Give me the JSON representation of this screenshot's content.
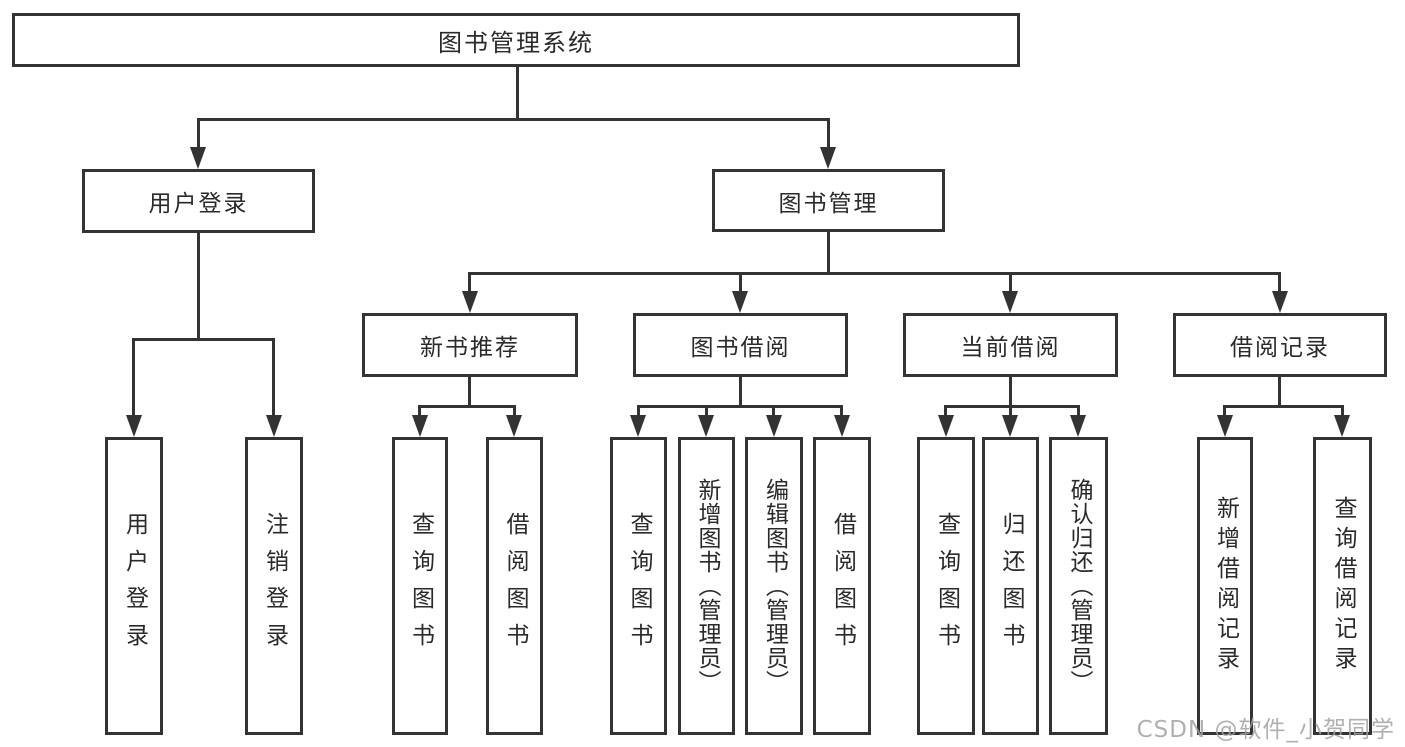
{
  "diagram": {
    "root": "图书管理系统",
    "level2": [
      "用户登录",
      "图书管理"
    ],
    "level3": [
      "新书推荐",
      "图书借阅",
      "当前借阅",
      "借阅记录"
    ],
    "leaves": {
      "user_login": [
        "用户登录",
        "注销登录"
      ],
      "new_book": [
        "查询图书",
        "借阅图书"
      ],
      "book_borrow": [
        "查询图书",
        "新增图书（管理员）",
        "编辑图书（管理员）",
        "借阅图书"
      ],
      "current_borrow": [
        "查询图书",
        "归还图书",
        "确认归还（管理员）"
      ],
      "borrow_records": [
        "新增借阅记录",
        "查询借阅记录"
      ]
    },
    "watermark": "CSDN @软件_小贺同学",
    "colors": {
      "line": "#333333",
      "text": "#2a2a2a",
      "background": "#ffffff",
      "watermark": "#a2a2a2"
    }
  }
}
